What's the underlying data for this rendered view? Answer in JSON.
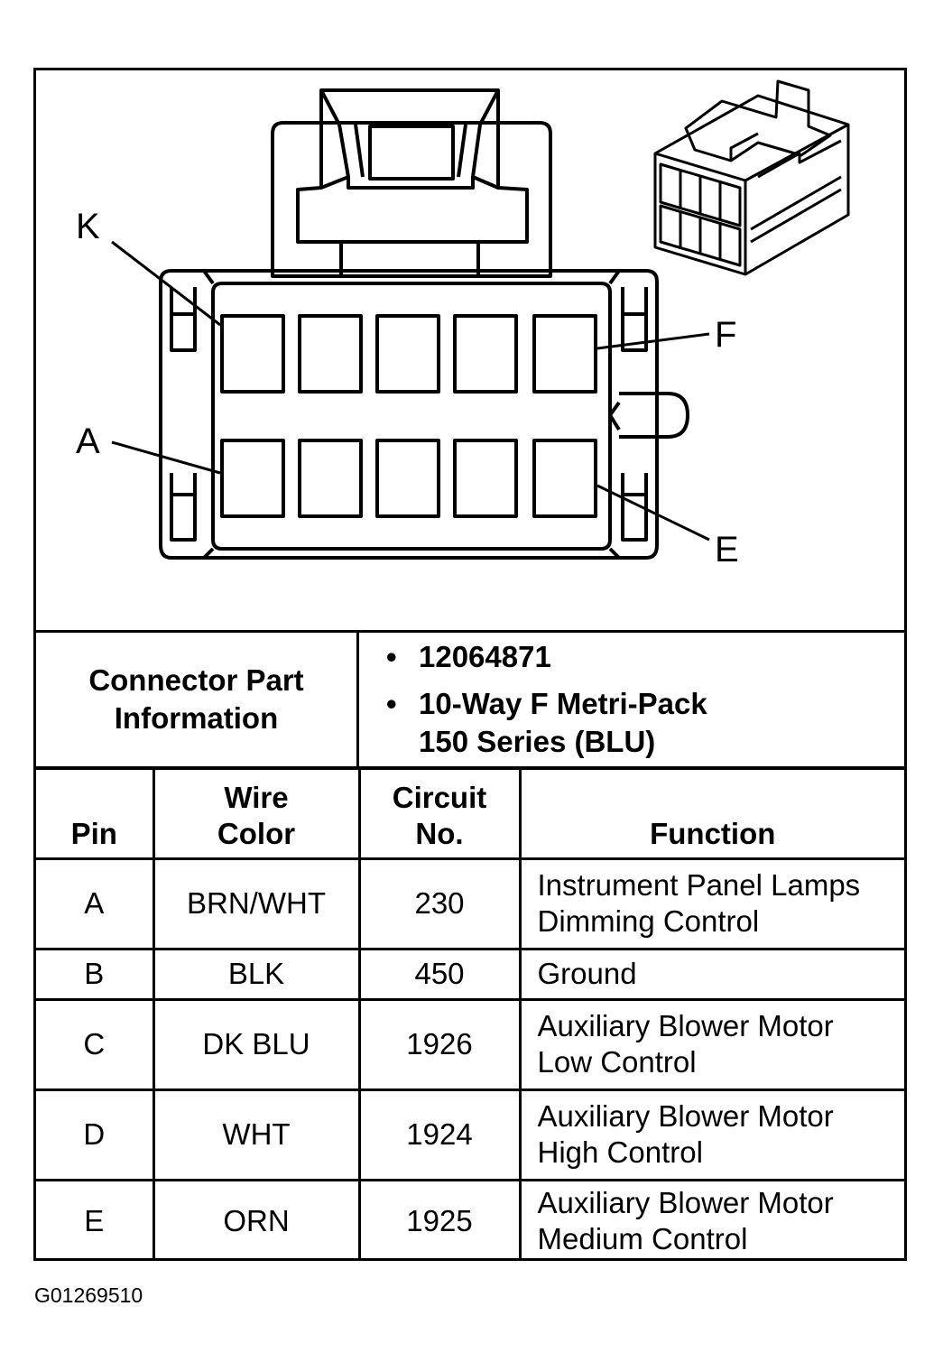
{
  "diagram": {
    "pin_labels": {
      "k": "K",
      "a": "A",
      "f": "F",
      "e": "E"
    }
  },
  "connector_info": {
    "label_lines": [
      "Connector Part",
      "Information"
    ],
    "part_number": "12064871",
    "description_lines": [
      "10-Way F Metri-Pack",
      "150 Series (BLU)"
    ]
  },
  "table": {
    "headers": {
      "pin": [
        "Pin"
      ],
      "wire_color": [
        "Wire",
        "Color"
      ],
      "circuit": [
        "Circuit",
        "No."
      ],
      "function": [
        "Function"
      ]
    },
    "rows": [
      {
        "pin": "A",
        "wire_color": "BRN/WHT",
        "circuit": "230",
        "function": [
          "Instrument Panel Lamps",
          "Dimming Control"
        ]
      },
      {
        "pin": "B",
        "wire_color": "BLK",
        "circuit": "450",
        "function": [
          "Ground"
        ]
      },
      {
        "pin": "C",
        "wire_color": "DK BLU",
        "circuit": "1926",
        "function": [
          "Auxiliary Blower Motor",
          "Low Control"
        ]
      },
      {
        "pin": "D",
        "wire_color": "WHT",
        "circuit": "1924",
        "function": [
          "Auxiliary Blower Motor",
          "High Control"
        ]
      },
      {
        "pin": "E",
        "wire_color": "ORN",
        "circuit": "1925",
        "function": [
          "Auxiliary Blower Motor",
          "Medium Control"
        ]
      }
    ]
  },
  "figure_id": "G01269510"
}
